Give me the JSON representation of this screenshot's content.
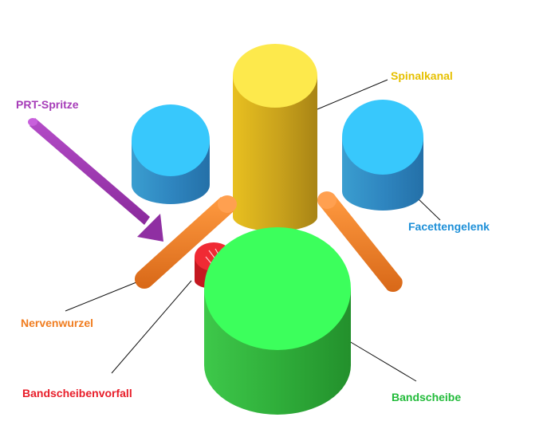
{
  "labels": {
    "prt_spritze": "PRT-Spritze",
    "spinalkanal": "Spinalkanal",
    "facettengelenk": "Facettengelenk",
    "nervenwurzel": "Nervenwurzel",
    "bandscheibenvorfall": "Bandscheibenvorfall",
    "bandscheibe": "Bandscheibe"
  },
  "colors": {
    "prt_spritze": "#a63cb8",
    "spinalkanal": "#e6c000",
    "facettengelenk": "#1e90d8",
    "nervenwurzel": "#f07d20",
    "bandscheibenvorfall": "#e81e2a",
    "bandscheibe": "#22bb3a"
  }
}
